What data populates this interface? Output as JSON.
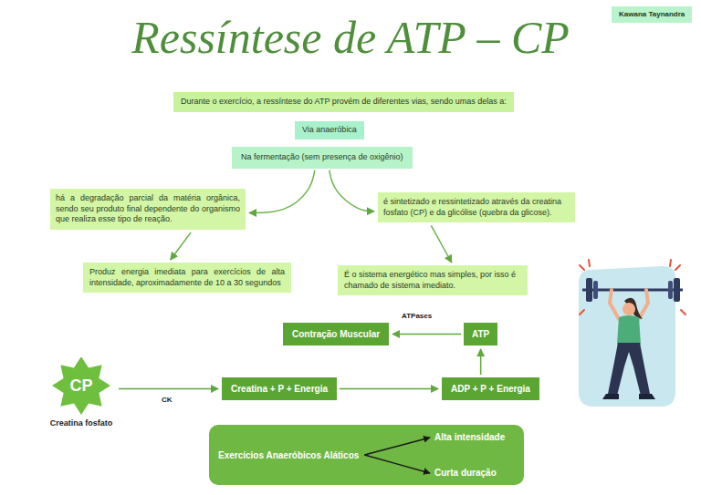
{
  "diagram": {
    "title": "Ressíntese de ATP – CP",
    "nodes": [
      {
        "text": [
          "Kawana Taynandra"
        ]
      },
      {
        "text": [
          "Durante o exercício, a ressíntese do ATP provém de diferentes vias, sendo umas delas a:"
        ]
      },
      {
        "text": [
          "Via anaeróbica"
        ]
      },
      {
        "text": [
          "Na fermentação (sem presença de oxigênio)"
        ]
      },
      {
        "text": [
          "há a degradação parcial da matéria orgânica, sendo seu produto final dependente do organismo que realiza esse tipo de reação."
        ]
      },
      {
        "text": [
          "é sintetizado e ressintetizado através da creatina fosfato (CP) e da glicólise (quebra da glicose)."
        ]
      },
      {
        "text": [
          "Produz energia imediata para exercícios de alta intensidade, aproximadamente de 10 a 30 segundos"
        ]
      },
      {
        "text": [
          "É o sistema energético mas simples, por isso é chamado de sistema imediato."
        ]
      },
      {
        "text": [
          "Contração Muscular"
        ]
      },
      {
        "text": [
          "ATP"
        ]
      },
      {
        "text": [
          "CP",
          "Creatina fosfato"
        ]
      },
      {
        "text": [
          "Creatina + P + Energia"
        ]
      },
      {
        "text": [
          "ADP + P + Energia"
        ]
      },
      {
        "text": [
          "Exercícios Anaeróbicos Aláticos"
        ]
      }
    ],
    "edges": [
      {
        "from": 3,
        "to": 4,
        "arrow": "to"
      },
      {
        "from": 3,
        "to": 5,
        "arrow": "to"
      },
      {
        "from": 4,
        "to": 6,
        "arrow": "to"
      },
      {
        "from": 5,
        "to": 7,
        "arrow": "to"
      },
      {
        "from": 9,
        "to": 8,
        "label": "ATPases",
        "arrow": "to"
      },
      {
        "from": 12,
        "to": 9,
        "arrow": "to"
      },
      {
        "from": 10,
        "to": 11,
        "label": "CK",
        "arrow": "to"
      },
      {
        "from": 11,
        "to": 12,
        "arrow": "to"
      }
    ],
    "labels": [
      "Alta intensidade",
      "Curta duração"
    ]
  }
}
